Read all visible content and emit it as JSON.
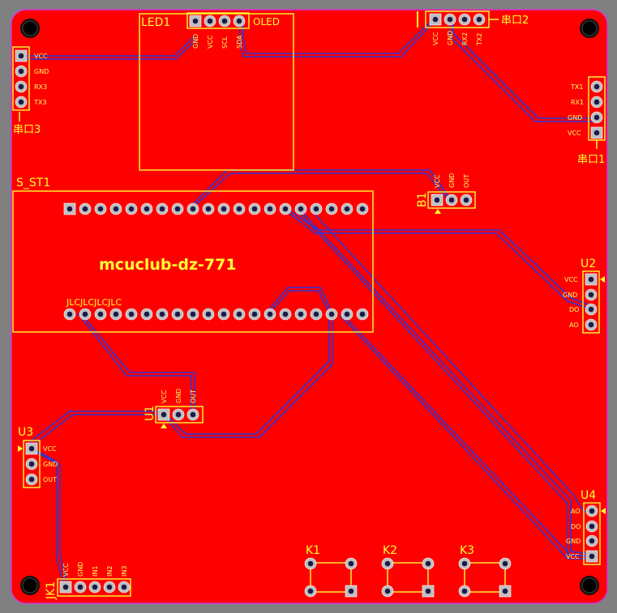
{
  "board": {
    "title_text": "mcuclub-dz-771",
    "colors": {
      "copper": "#ff0000",
      "silk": "#ffff33",
      "trace": "#2b36d9",
      "background": "#808080",
      "edge": "#d633d6"
    }
  },
  "components": {
    "led1": {
      "ref": "LED1",
      "name": "OLED",
      "pins": [
        "GND",
        "VCC",
        "SCL",
        "SDA"
      ]
    },
    "uart2": {
      "ref": "串口2",
      "pins": [
        "VCC",
        "GND",
        "RX2",
        "TX2"
      ]
    },
    "uart3": {
      "ref": "串口3",
      "pins": [
        "VCC",
        "GND",
        "RX3",
        "TX3"
      ]
    },
    "uart1": {
      "ref": "串口1",
      "pins": [
        "TX1",
        "RX1",
        "GND",
        "VCC"
      ]
    },
    "mcu": {
      "ref": "S_ST1",
      "label": "JLCJLCJLCJLC"
    },
    "b1": {
      "ref": "B1",
      "pins": [
        "VCC",
        "GND",
        "OUT"
      ]
    },
    "u2": {
      "ref": "U2",
      "pins": [
        "VCC",
        "GND",
        "DO",
        "AO"
      ]
    },
    "u1": {
      "ref": "U1",
      "pins": [
        "VCC",
        "GND",
        "OUT"
      ]
    },
    "u3": {
      "ref": "U3",
      "pins": [
        "VCC",
        "GND",
        "OUT"
      ]
    },
    "u4": {
      "ref": "U4",
      "pins": [
        "AO",
        "DO",
        "GND",
        "VCC"
      ]
    },
    "jk1": {
      "ref": "JK1",
      "pins": [
        "VCC",
        "GND",
        "IN1",
        "IN2",
        "IN3"
      ]
    },
    "k1": {
      "ref": "K1"
    },
    "k2": {
      "ref": "K2"
    },
    "k3": {
      "ref": "K3"
    }
  }
}
